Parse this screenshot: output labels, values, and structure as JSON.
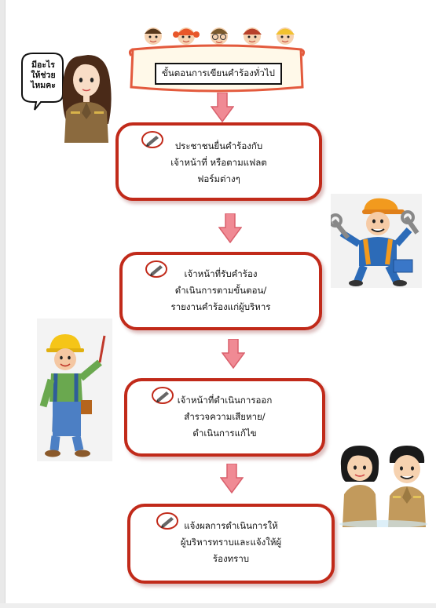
{
  "title": "ขั้นตอนการเขียนคำร้องทั่วไป",
  "speech_bubble": [
    "มีอะไร",
    "ให้ช่วย",
    "ไหมคะ"
  ],
  "steps": [
    {
      "lines": [
        "ประชาชนยื่นคำร้องกับ",
        "เจ้าหน้าที่ หรือตามแฟลต",
        "ฟอร์มต่างๆ"
      ]
    },
    {
      "lines": [
        "เจ้าหน้าที่รับคำร้อง",
        "ดำเนินการตามขั้นตอน/",
        "รายงานคำร้องแก่ผู้บริหาร"
      ]
    },
    {
      "lines": [
        "เจ้าหน้าที่ดำเนินการออก",
        "สำรวจความเสียหาย/",
        "ดำเนินการแก้ไข"
      ]
    },
    {
      "lines": [
        "แจ้งผลการดำเนินการให้",
        "ผู้บริหารทราบและแจ้งให้ผู้",
        "ร้องทราบ"
      ]
    }
  ],
  "colors": {
    "box_border": "#c12a1a",
    "arrow": "#f08a94",
    "arrow_dark": "#d9606c"
  },
  "icons": [
    "kids-faces-icon",
    "scroll-banner-icon",
    "pencil-icon",
    "down-arrow-icon",
    "officer-woman-icon",
    "mechanic-icon",
    "worker-icon",
    "officer-couple-icon"
  ]
}
